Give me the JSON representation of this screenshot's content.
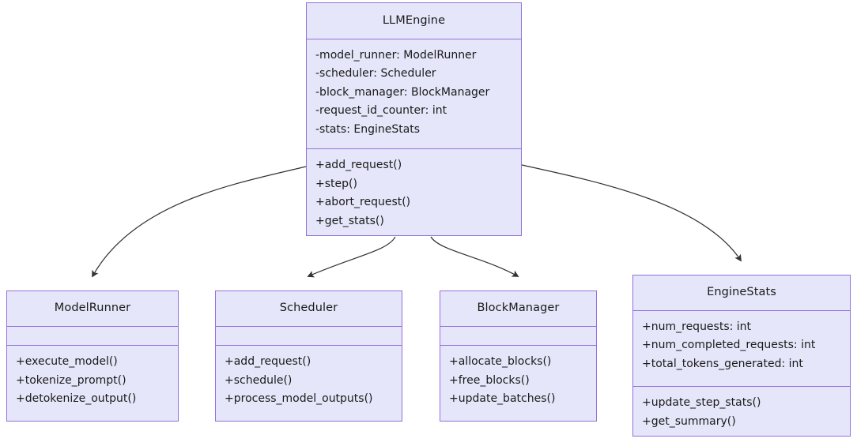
{
  "diagram": {
    "kind": "uml-class-diagram",
    "background_color": "#ffffff",
    "class_fill_color": "#E6E6FA",
    "class_border_color": "#9370DB",
    "edge_color": "#333333",
    "classes": [
      {
        "id": "llmengine",
        "name": "LLMEngine",
        "attributes": [
          "-model_runner: ModelRunner",
          "-scheduler: Scheduler",
          "-block_manager: BlockManager",
          "-request_id_counter: int",
          "-stats: EngineStats"
        ],
        "methods": [
          "+add_request()",
          "+step()",
          "+abort_request()",
          "+get_stats()"
        ]
      },
      {
        "id": "modelrunner",
        "name": "ModelRunner",
        "attributes": [],
        "methods": [
          "+execute_model()",
          "+tokenize_prompt()",
          "+detokenize_output()"
        ]
      },
      {
        "id": "scheduler",
        "name": "Scheduler",
        "attributes": [],
        "methods": [
          "+add_request()",
          "+schedule()",
          "+process_model_outputs()"
        ]
      },
      {
        "id": "blockmanager",
        "name": "BlockManager",
        "attributes": [],
        "methods": [
          "+allocate_blocks()",
          "+free_blocks()",
          "+update_batches()"
        ]
      },
      {
        "id": "enginestats",
        "name": "EngineStats",
        "attributes": [
          "+num_requests: int",
          "+num_completed_requests: int",
          "+total_tokens_generated: int"
        ],
        "methods": [
          "+update_step_stats()",
          "+get_summary()"
        ]
      }
    ],
    "relations": [
      {
        "id": "llmengine-to-modelrunner",
        "from": "LLMEngine",
        "to": "ModelRunner",
        "arrow": "solid-arrowhead"
      },
      {
        "id": "llmengine-to-scheduler",
        "from": "LLMEngine",
        "to": "Scheduler",
        "arrow": "solid-arrowhead"
      },
      {
        "id": "llmengine-to-blockmanager",
        "from": "LLMEngine",
        "to": "BlockManager",
        "arrow": "solid-arrowhead"
      },
      {
        "id": "llmengine-to-enginestats",
        "from": "LLMEngine",
        "to": "EngineStats",
        "arrow": "solid-arrowhead"
      }
    ]
  }
}
